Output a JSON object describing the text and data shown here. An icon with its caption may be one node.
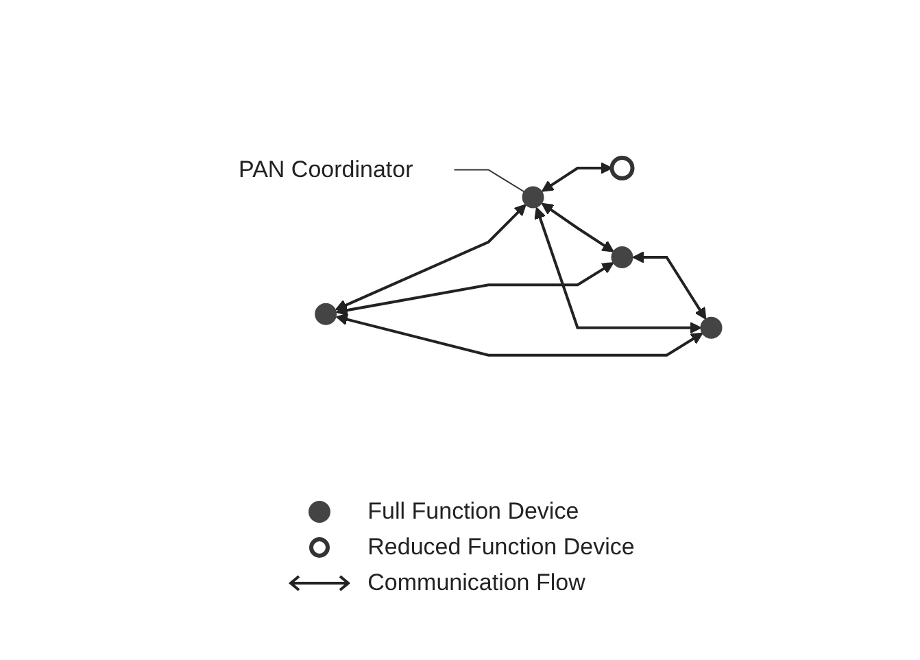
{
  "diagram": {
    "nodes": [
      {
        "text": [],
        "shape": "circle"
      },
      {
        "text": [],
        "shape": "circle"
      },
      {
        "text": [],
        "shape": "circle"
      },
      {
        "text": [],
        "shape": "circle"
      },
      {
        "text": [
          "PAN Coordinator"
        ]
      },
      {
        "text": [],
        "shape": "circle"
      }
    ],
    "edges": [
      {
        "from": 0,
        "to": 1,
        "arrow": "both"
      },
      {
        "from": 0,
        "to": 3,
        "arrow": "both"
      },
      {
        "from": 0,
        "to": 5,
        "arrow": "both"
      },
      {
        "from": 1,
        "to": 2,
        "arrow": "both"
      },
      {
        "from": 1,
        "to": 3,
        "arrow": "both"
      },
      {
        "from": 1,
        "to": 5,
        "arrow": "both"
      },
      {
        "from": 3,
        "to": 5,
        "arrow": "both"
      },
      {
        "from": 4,
        "to": 1,
        "arrow": "none"
      }
    ],
    "legend": [
      {
        "text": "Full Function Device"
      },
      {
        "text": "Reduced Function Device"
      },
      {
        "text": "Communication Flow"
      }
    ]
  }
}
